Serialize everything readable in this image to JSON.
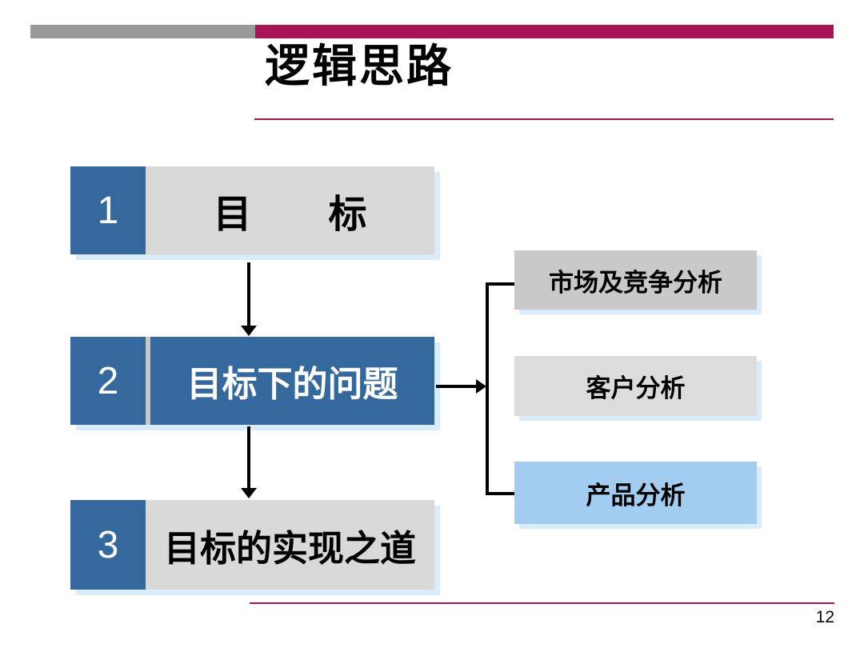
{
  "slide": {
    "title": "逻辑思路",
    "page_number": "12"
  },
  "flow": {
    "steps": [
      {
        "number": "1",
        "label": "目　　标"
      },
      {
        "number": "2",
        "label": "目标下的问题"
      },
      {
        "number": "3",
        "label": "目标的实现之道"
      }
    ],
    "branches": [
      {
        "label": "市场及竞争分析"
      },
      {
        "label": "客户分析"
      },
      {
        "label": "产品分析"
      }
    ]
  },
  "colors": {
    "accent_crimson": "#A81557",
    "header_gray": "#999999",
    "step_blue": "#35689D",
    "panel_gray": "#D9D9D9",
    "branch_gray_dark": "#C9C9C9",
    "branch_gray_light": "#DCDCDC",
    "branch_light_blue": "#A3CCF1",
    "shadow_light_blue": "#D9ECFB"
  }
}
